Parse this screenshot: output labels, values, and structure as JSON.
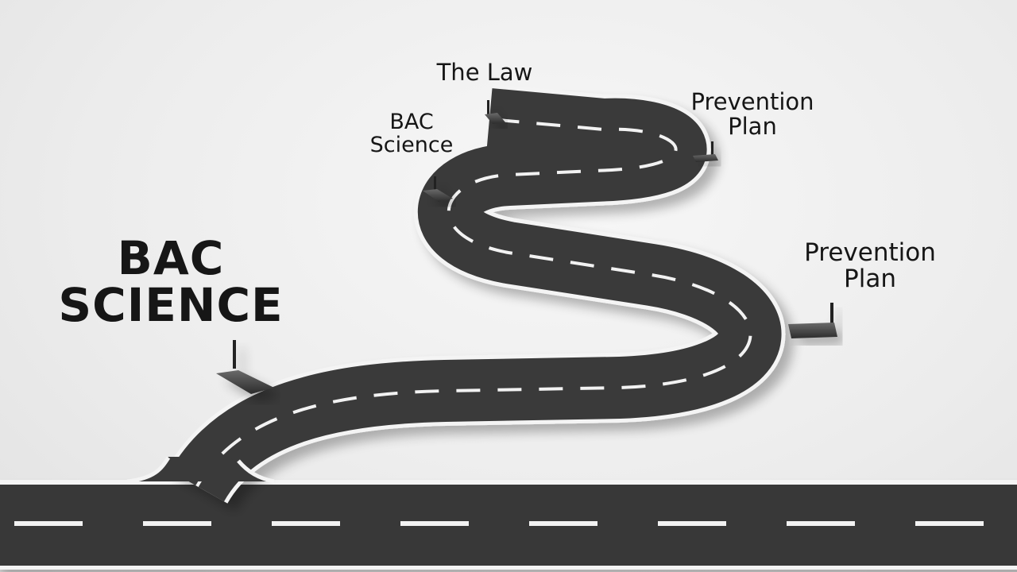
{
  "labels": {
    "bac_science_large": {
      "line1": "BAC",
      "line2": "SCIENCE"
    },
    "bac_science_small": {
      "line1": "BAC",
      "line2": "Science"
    },
    "the_law": "The Law",
    "prevention_plan_top": {
      "line1": "Prevention",
      "line2": "Plan"
    },
    "prevention_plan_right": {
      "line1": "Prevention",
      "line2": "Plan"
    }
  },
  "colors": {
    "asphalt": "#3a3a3a",
    "road_edge": "#f4f4f4",
    "lane_marking": "#f2f2f2",
    "background": "#ececec",
    "text": "#161616"
  }
}
